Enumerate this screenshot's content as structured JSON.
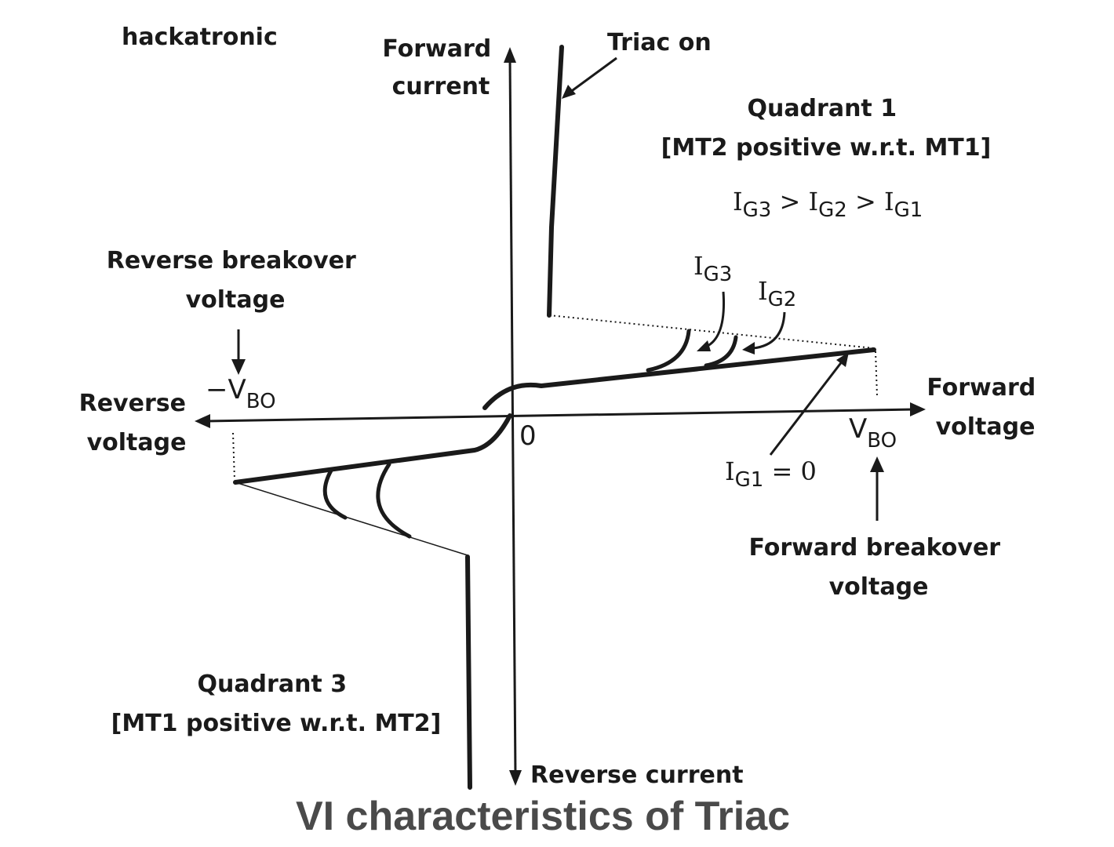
{
  "watermark": "hackatronic",
  "title": "VI characteristics of Triac",
  "axes": {
    "forward_current": [
      "Forward",
      "current"
    ],
    "reverse_current": "Reverse current",
    "forward_voltage": [
      "Forward",
      "voltage"
    ],
    "reverse_voltage": [
      "Reverse",
      "voltage"
    ],
    "origin": "0"
  },
  "annotations": {
    "triac_on": "Triac on",
    "quadrant1": [
      "Quadrant 1",
      "[MT2 positive w.r.t. MT1]"
    ],
    "quadrant3": [
      "Quadrant 3",
      "[MT1 positive w.r.t. MT2]"
    ],
    "reverse_breakover": [
      "Reverse breakover",
      "voltage"
    ],
    "forward_breakover": [
      "Forward breakover",
      "voltage"
    ]
  },
  "symbols": {
    "neg_vbo": {
      "prefix": "−V",
      "sub": "BO"
    },
    "vbo": {
      "prefix": "V",
      "sub": "BO"
    },
    "i_letter": "I",
    "relation": {
      "g3": "G3",
      "sep1": " > ",
      "g2": "G2",
      "sep2": " > ",
      "g1": "G1"
    },
    "ig3": "G3",
    "ig2": "G2",
    "ig1_zero": {
      "sub": "G1",
      "suffix": " = 0"
    }
  },
  "colors": {
    "ink": "#1a1a1a",
    "title": "#4a4a4a",
    "background": "#ffffff"
  }
}
